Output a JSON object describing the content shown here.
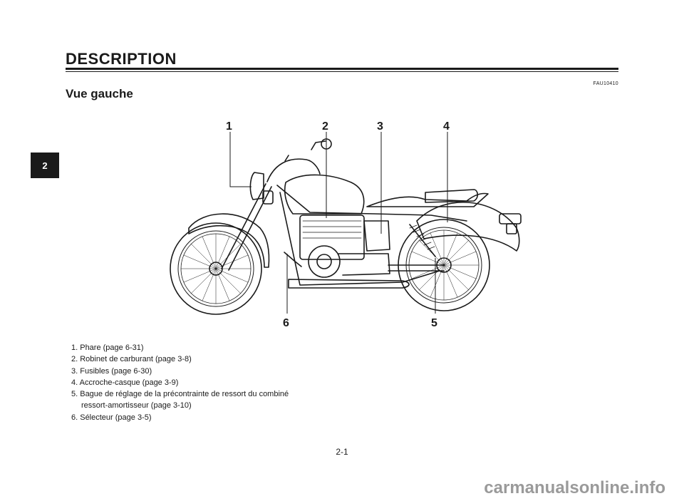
{
  "header": {
    "title": "DESCRIPTION"
  },
  "section": {
    "code": "FAU10410",
    "title": "Vue gauche"
  },
  "chapter_tab": "2",
  "callouts": {
    "c1": "1",
    "c2": "2",
    "c3": "3",
    "c4": "4",
    "c5": "5",
    "c6": "6"
  },
  "legend": {
    "items": [
      "1. Phare (page 6-31)",
      "2. Robinet de carburant (page 3-8)",
      "3. Fusibles (page 6-30)",
      "4. Accroche-casque (page 3-9)",
      "5. Bague de réglage de la précontrainte de ressort du combiné",
      "ressort-amortisseur (page 3-10)",
      "6. Sélecteur (page 3-5)"
    ]
  },
  "page_number": "2-1",
  "watermark": "carmanualsonline.info"
}
